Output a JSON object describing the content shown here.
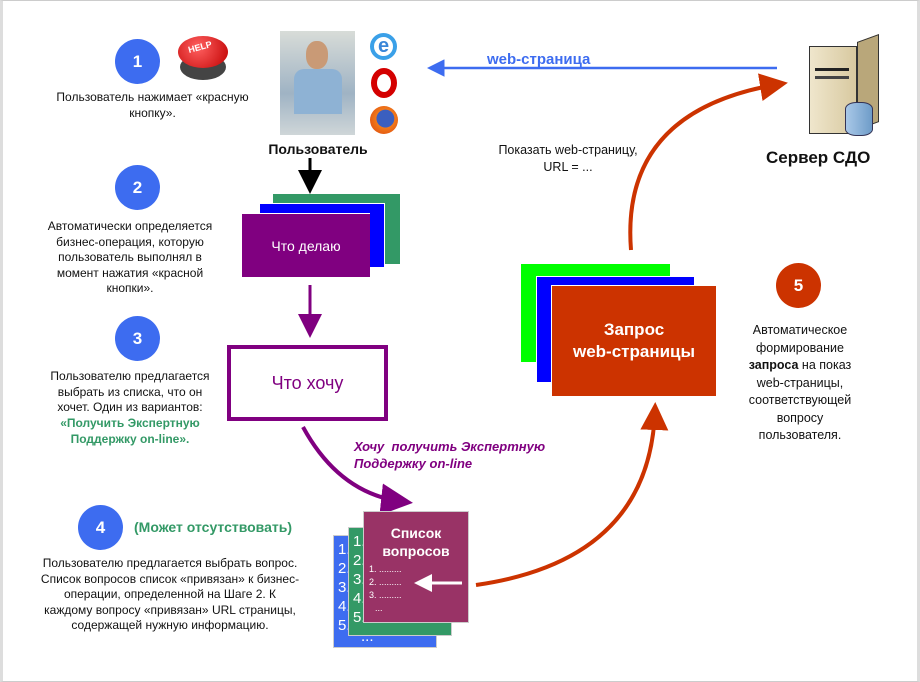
{
  "steps": [
    {
      "number": "1",
      "text": "Пользователь нажимает «красную\nкнопку»."
    },
    {
      "number": "2",
      "text": "Автоматически определяется\nбизнес-операция, которую\nпользователь выполнял в\nмомент нажатия «красной\nкнопки»."
    },
    {
      "number": "3",
      "text": "Пользователю предлагается\nвыбрать из списка, что он\nхочет. Один из вариантов:",
      "highlight": "«Получить Экспертную\nПоддержку on-line»."
    },
    {
      "number": "4",
      "note": "(Может отсутствовать)",
      "text": "Пользователю предлагается выбрать вопрос.\nСписок вопросов список «привязан» к бизнес-\nоперации, определенной на Шаге 2. К\nкаждому вопросу «привязан» URL страницы,\nсодержащей нужную информацию."
    },
    {
      "number": "5",
      "text_before": "Автоматическое\nформирование\n",
      "bold": "запроса",
      "text_after": " на показ\nweb-страницы,\nсоответствующей\nвопросу\nпользователя."
    }
  ],
  "help_button": {
    "label": "HELP"
  },
  "user": {
    "label": "Пользователь",
    "browsers": [
      "internet-explorer-icon",
      "opera-icon",
      "firefox-icon"
    ]
  },
  "what_doing": "Что делаю",
  "what_want": "Что хочу",
  "want_label": "Хочу  получить Экспертную\nПоддержку on-line",
  "questions": {
    "title": "Список\nвопросов",
    "items": [
      "1. .........",
      "2. .........",
      "3. .........",
      "..."
    ],
    "back_numbers": [
      "1.",
      "2.",
      "3.",
      "4.",
      "5.",
      "..."
    ]
  },
  "request": "Запрос\nweb-страницы",
  "show_page": "Показать web-страницу,\nURL = ...",
  "web_page": "web-страница",
  "server": "Сервер СДО",
  "colors": {
    "blue": "#3d6cf0",
    "purple": "#800080",
    "red": "#cc3300",
    "green": "#339966",
    "magenta": "#993366"
  }
}
